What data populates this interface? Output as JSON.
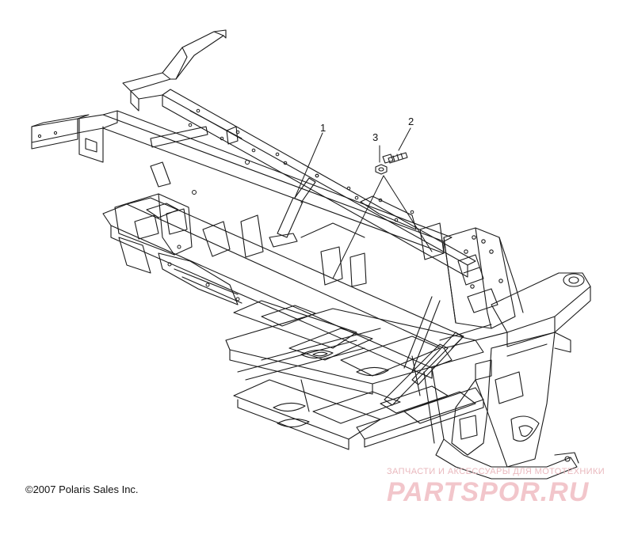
{
  "diagram": {
    "callouts": [
      {
        "label": "1"
      },
      {
        "label": "2"
      },
      {
        "label": "3"
      }
    ],
    "copyright": "©2007 Polaris Sales Inc.",
    "watermark": {
      "tagline": "ЗАПЧАСТИ И АКСЕССУАРЫ ДЛЯ МОТОТЕХНИКИ",
      "logo": "PARTSPOR.RU"
    },
    "colors": {
      "line": "#1a1a1a",
      "background": "#ffffff",
      "watermark": "#f2c6cb"
    }
  }
}
